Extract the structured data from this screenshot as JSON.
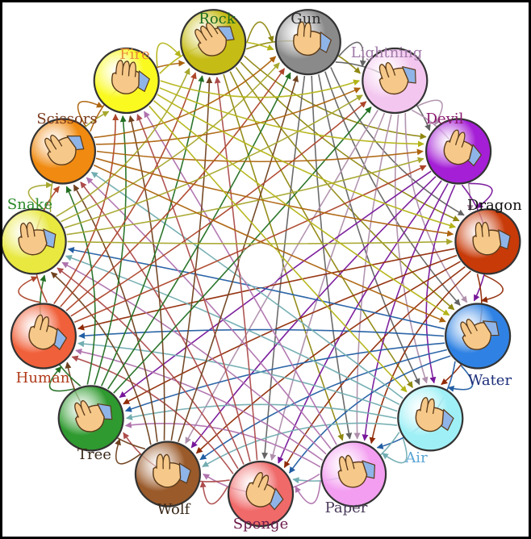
{
  "diagram": {
    "nodes": [
      {
        "id": "rock",
        "label": "Rock",
        "fill": "#c6bc16",
        "label_color": "#1d6b1d",
        "hand": "fist-icon"
      },
      {
        "id": "gun",
        "label": "Gun",
        "fill": "#8a8a8a",
        "label_color": "#2b2b2b",
        "hand": "pointing-gun-icon"
      },
      {
        "id": "lightning",
        "label": "Lightning",
        "fill": "#f3c6ef",
        "label_color": "#a07aa8",
        "hand": "pinch-icon"
      },
      {
        "id": "devil",
        "label": "Devil",
        "fill": "#a51fd6",
        "label_color": "#8b1a6e",
        "hand": "horns-icon"
      },
      {
        "id": "dragon",
        "label": "Dragon",
        "fill": "#c83a08",
        "label_color": "#111111",
        "hand": "dragon-claw-icon"
      },
      {
        "id": "water",
        "label": "Water",
        "fill": "#2f82e3",
        "label_color": "#1b2d7a",
        "hand": "cupped-hand-icon"
      },
      {
        "id": "air",
        "label": "Air",
        "fill": "#9ff0f6",
        "label_color": "#5aa6d6",
        "hand": "ok-sign-icon"
      },
      {
        "id": "paper",
        "label": "Paper",
        "fill": "#f39ef0",
        "label_color": "#4a3a5a",
        "hand": "flat-hand-icon"
      },
      {
        "id": "sponge",
        "label": "Sponge",
        "fill": "#f06a6a",
        "label_color": "#6b1a4a",
        "hand": "squeeze-icon"
      },
      {
        "id": "wolf",
        "label": "Wolf",
        "fill": "#9a5a2a",
        "label_color": "#3a2a1a",
        "hand": "wolf-shadow-icon"
      },
      {
        "id": "tree",
        "label": "Tree",
        "fill": "#2f9a2f",
        "label_color": "#3a2a1a",
        "hand": "thumb-down-icon"
      },
      {
        "id": "human",
        "label": "Human",
        "fill": "#f0603a",
        "label_color": "#b03a1a",
        "hand": "walking-fingers-icon"
      },
      {
        "id": "snake",
        "label": "Snake",
        "fill": "#e8e840",
        "label_color": "#2a8a2a",
        "hand": "snake-head-icon"
      },
      {
        "id": "scissors",
        "label": "Scissors",
        "fill": "#f08a10",
        "label_color": "#7a3a1a",
        "hand": "v-sign-icon"
      },
      {
        "id": "fire",
        "label": "Fire",
        "fill": "#fafa20",
        "label_color": "#e88a3a",
        "hand": "three-fingers-icon"
      }
    ],
    "edge_rule": "each gesture beats the next seven gestures clockwise",
    "colors": {
      "skin": "#f6c98a",
      "skin_outline": "#5a3a1a",
      "sleeve": "#8fb4e8",
      "center_hole": "#ffffff",
      "frame": "#000000"
    }
  }
}
